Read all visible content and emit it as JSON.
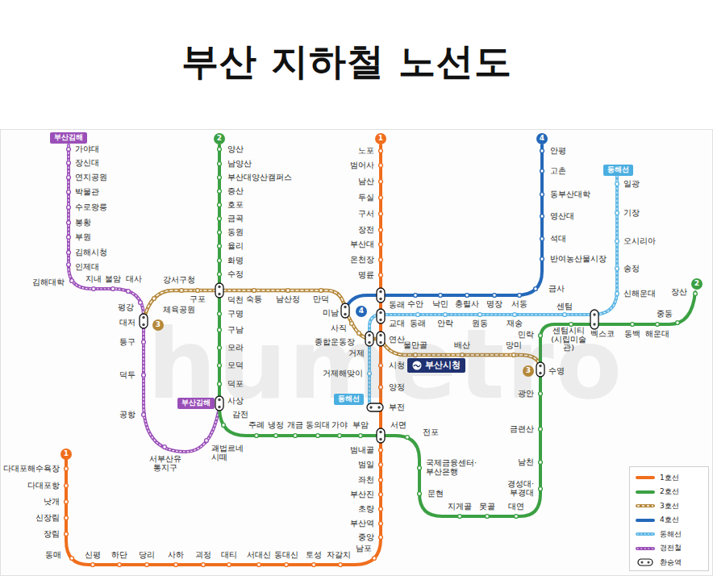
{
  "diagram": {
    "title": "부산 지하철 노선도",
    "nodes": [
      {
        "text": [
          "부산김해"
        ]
      },
      {
        "text": [
          "2"
        ]
      },
      {
        "text": [
          "1"
        ]
      },
      {
        "text": [
          "4"
        ]
      },
      {
        "text": [
          "동해선"
        ]
      },
      {
        "text": [
          "2"
        ]
      },
      {
        "text": [
          "3"
        ]
      },
      {
        "text": [
          "4"
        ]
      },
      {
        "text": [
          "부산시청"
        ]
      },
      {
        "text": [
          "3"
        ]
      },
      {
        "text": [
          "동해선"
        ]
      },
      {
        "text": [
          "부산김해"
        ]
      },
      {
        "text": [
          "1"
        ]
      }
    ],
    "labels": [
      "노포",
      "범어사",
      "남산",
      "두실",
      "구서",
      "장전",
      "부산대",
      "온천장",
      "명륜",
      "동래",
      "교대",
      "연산",
      "시청",
      "양정",
      "부전",
      "서면",
      "범내골",
      "범일",
      "좌천",
      "부산진",
      "초량",
      "부산역",
      "중앙",
      "남포",
      "자갈치",
      "토성",
      "동대신",
      "서대신",
      "대티",
      "괴정",
      "사하",
      "당리",
      "하단",
      "신평",
      "동매",
      "장림",
      "신장림",
      "낫개",
      "다대포항",
      "다대포해수욕장",
      "양산",
      "남양산",
      "부산대양산캠퍼스",
      "증산",
      "호포",
      "금곡",
      "동원",
      "율리",
      "화명",
      "수정",
      "덕천",
      "구명",
      "구남",
      "모라",
      "모덕",
      "덕포",
      "사상",
      "감전",
      "주례",
      "냉정",
      "개금",
      "동의대",
      "가야",
      "부암",
      "전포",
      "국제금융센터·부산은행",
      "문현",
      "지게골",
      "못골",
      "대연",
      "경성대·부경대",
      "남천",
      "금련산",
      "광안",
      "수영",
      "민락",
      "센텀시티(시립미술관)",
      "벡스코",
      "동백",
      "해운대",
      "중동",
      "장산",
      "강서구청",
      "체육공원",
      "구포",
      "숙등",
      "남산정",
      "만덕",
      "미남",
      "사직",
      "종합운동장",
      "거제",
      "물만골",
      "배산",
      "망미",
      "수안",
      "낙민",
      "충렬사",
      "명장",
      "서동",
      "금사",
      "반여농산물시장",
      "석대",
      "영산대",
      "동부산대학",
      "고촌",
      "안평",
      "거제해맞이",
      "동래",
      "안락",
      "원동",
      "재송",
      "센텀",
      "신해운대",
      "송정",
      "오시리아",
      "기장",
      "일광",
      "가야대",
      "장신대",
      "연지공원",
      "박물관",
      "수로왕릉",
      "봉황",
      "부원",
      "김해시청",
      "인제대",
      "김해대학",
      "지내",
      "불암",
      "대사",
      "평강",
      "대저",
      "등구",
      "덕두",
      "공항",
      "서부산유통지구",
      "괘법르네시떼",
      "humetro"
    ],
    "legend": [
      {
        "text": "1호선",
        "color": "#f06e1d"
      },
      {
        "text": "2호선",
        "color": "#3ba043"
      },
      {
        "text": "3호선",
        "color": "#b5883a"
      },
      {
        "text": "4호선",
        "color": "#2468b9"
      },
      {
        "text": "동해선",
        "color": "#5fb7e5"
      },
      {
        "text": "경전철",
        "color": "#9a4fb8"
      },
      {
        "text": "환승역"
      }
    ]
  }
}
